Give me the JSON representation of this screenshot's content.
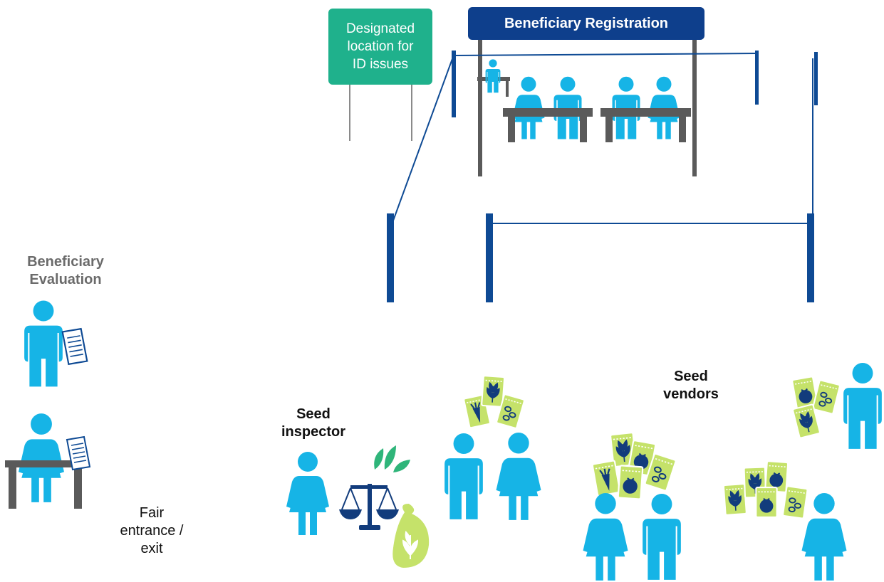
{
  "labels": {
    "id_sign": "Designated\nlocation for\nID issues",
    "registration_sign": "Beneficiary Registration",
    "evaluation": "Beneficiary\nEvaluation",
    "fair_entrance": "Fair\nentrance /\nexit",
    "seed_inspector": "Seed\ninspector",
    "seed_vendors": "Seed\nvendors"
  },
  "colors": {
    "person": "#16b4e6",
    "fence": "#0e4a94",
    "sign_green": "#1fb18c",
    "sign_blue": "#0e3f8c",
    "table": "#5a5a5a",
    "seed_packet": "#c5e26a",
    "seed_icon": "#123c7c",
    "label_gray": "#6b6b6b"
  },
  "icons": [
    "person-icon",
    "document-icon",
    "scale-icon",
    "seed-bag-icon",
    "seed-packet-icon",
    "leaf-icon"
  ]
}
